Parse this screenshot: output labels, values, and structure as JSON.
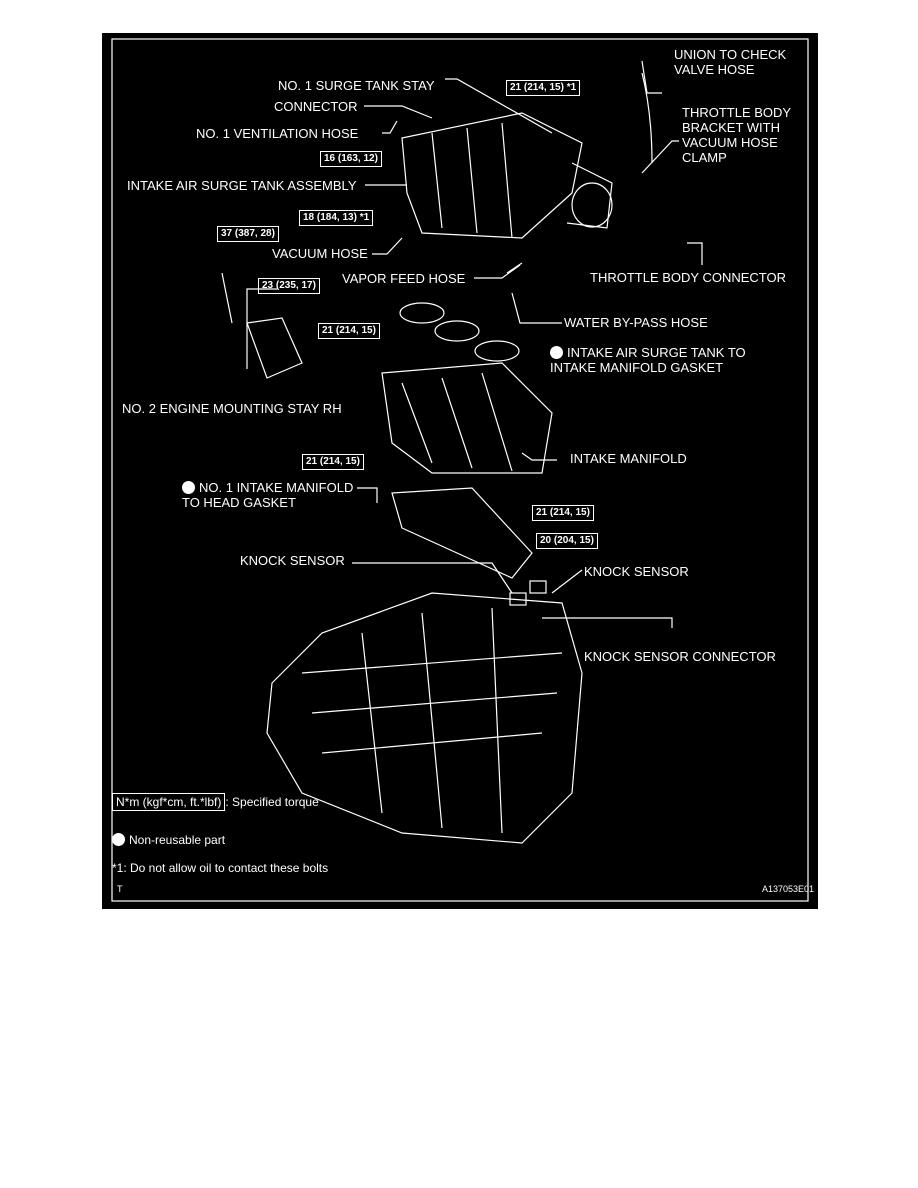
{
  "labels": {
    "union_hose": "UNION TO CHECK\nVALVE HOSE",
    "surge_stay": "NO. 1 SURGE TANK STAY",
    "connector": "CONNECTOR",
    "ventilation_hose": "NO. 1 VENTILATION HOSE",
    "throttle_bracket": "THROTTLE BODY\nBRACKET WITH\nVACUUM HOSE\nCLAMP",
    "surge_tank": "INTAKE AIR SURGE TANK ASSEMBLY",
    "vacuum_hose": "VACUUM HOSE",
    "vapor_feed": "VAPOR FEED HOSE",
    "throttle_connector": "THROTTLE BODY CONNECTOR",
    "water_bypass": "WATER BY-PASS HOSE",
    "surge_gasket": "INTAKE AIR SURGE TANK TO\nINTAKE MANIFOLD GASKET",
    "mount_stay": "NO. 2 ENGINE MOUNTING STAY RH",
    "intake_manifold": "INTAKE MANIFOLD",
    "head_gasket": "NO. 1 INTAKE MANIFOLD\nTO HEAD GASKET",
    "knock_sensor_left": "KNOCK SENSOR",
    "knock_sensor_right": "KNOCK SENSOR",
    "knock_connector": "KNOCK SENSOR CONNECTOR"
  },
  "torques": {
    "t1": "21 (214, 15) *1",
    "t2": "16 (163, 12)",
    "t3": "18 (184, 13) *1",
    "t4": "37 (387, 28)",
    "t5": "23 (235, 17)",
    "t6": "21 (214, 15)",
    "t7": "21 (214, 15)",
    "t8": "21 (214, 15)",
    "t9": "20 (204, 15)"
  },
  "legend": {
    "torque_unit": "N*m (kgf*cm, ft.*lbf)",
    "torque_text": ": Specified torque",
    "nonreusable": "Non-reusable part",
    "note": "*1: Do not allow oil to contact these bolts"
  },
  "corner": {
    "code_left": "T",
    "code_right": "A137053E01"
  },
  "colors": {
    "background": "#000000",
    "ink": "#ffffff"
  }
}
